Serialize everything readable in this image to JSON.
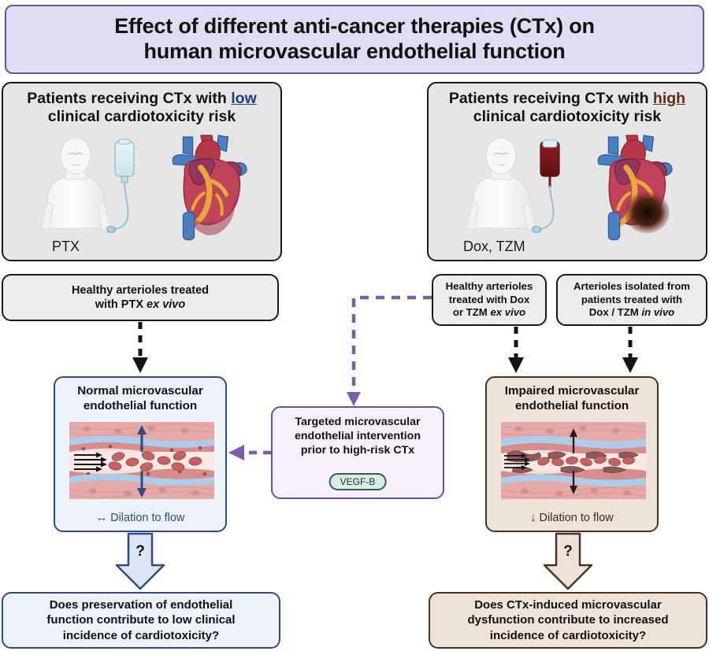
{
  "title": {
    "line1": "Effect of different anti-cancer therapies (CTx) on",
    "line2": "human microvascular endothelial function",
    "bg": "#E0DCF3",
    "border": "#6B4FA8"
  },
  "panels": {
    "left": {
      "head_pre": "Patients receiving CTx with ",
      "head_emph": "low",
      "head_post": "clinical cardiotoxicity risk",
      "drug": "PTX",
      "emph_color": "#1F3C88",
      "bg": "#E6E6E6"
    },
    "right": {
      "head_pre": "Patients receiving CTx with ",
      "head_emph": "high",
      "head_post": "clinical cardiotoxicity risk",
      "drug": "Dox, TZM",
      "emph_color": "#5C2E17",
      "bg": "#E6E6E6"
    }
  },
  "mid_boxes": {
    "ptx": {
      "line1": "Healthy arterioles treated",
      "line2_pre": "with PTX ",
      "line2_em": "ex vivo"
    },
    "dox": {
      "line1": "Healthy arterioles",
      "line2": "treated with Dox",
      "line3_pre": "or TZM ",
      "line3_em": "ex vivo"
    },
    "invivo": {
      "line1": "Arterioles isolated from",
      "line2": "patients treated with",
      "line3_pre": "Dox / TZM ",
      "line3_em": "in vivo"
    }
  },
  "outcomes": {
    "normal": {
      "head_line1": "Normal microvascular",
      "head_line2": "endothelial function",
      "foot_symbol": "↔",
      "foot_text": "Dilation to flow",
      "bg": "#EDF2FA",
      "border": "#2C4C82"
    },
    "impaired": {
      "head_line1": "Impaired microvascular",
      "head_line2": "endothelial function",
      "foot_symbol": "↓",
      "foot_text": "Dilation to flow",
      "bg": "#EDE3D8",
      "border": "#4A3322"
    }
  },
  "intervention": {
    "line1": "Targeted microvascular",
    "line2": "endothelial intervention",
    "line3": "prior to high-risk CTx",
    "pill": "VEGF-B",
    "bg": "#F6F0FA",
    "border": "#6B4FA8",
    "pill_bg": "#DCEAE4",
    "pill_border": "#2D5F57"
  },
  "questions": {
    "left": {
      "marker": "?",
      "line1": "Does preservation of endothelial",
      "line2": "function contribute to low clinical",
      "line3": "incidence of cardiotoxicity?",
      "bg": "#EDF2FA",
      "border": "#2C4C82"
    },
    "right": {
      "marker": "?",
      "line1": "Does CTx-induced microvascular",
      "line2": "dysfunction contribute to increased",
      "line3": "incidence of cardiotoxicity?",
      "bg": "#EDE3D8",
      "border": "#4A3322"
    }
  },
  "connectors": {
    "black_dashed": "black-dashed-arrow",
    "purple_dashed": "purple-dashed-arrow"
  }
}
